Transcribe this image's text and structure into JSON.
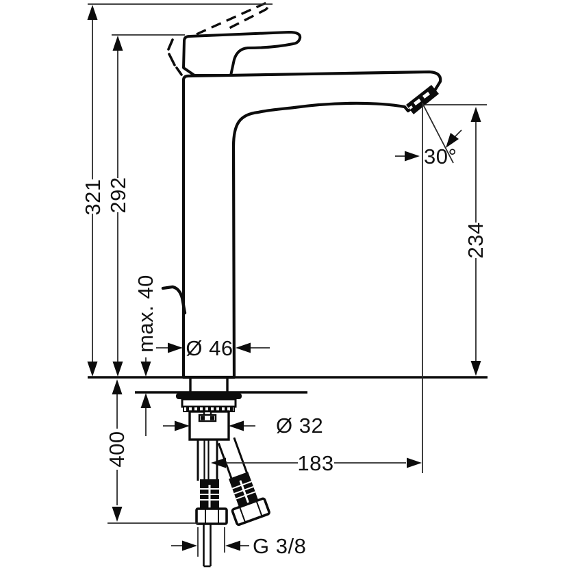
{
  "drawing": {
    "description": "technical dimension drawing of a tall single-lever basin mixer tap, side elevation with under-counter supply hoses",
    "units": "mm",
    "colors": {
      "line": "#0c0c0c",
      "background": "#ffffff"
    },
    "labels": {
      "overall_height": "321",
      "handle_top_height": "292",
      "spout_outlet_height": "234",
      "max_mounting_thickness": "max. 40",
      "body_diameter": "Ø 46",
      "shank_diameter": "Ø 32",
      "hose_length": "400",
      "spout_reach": "183",
      "hose_thread": "G 3/8",
      "outlet_angle": "30°"
    }
  }
}
